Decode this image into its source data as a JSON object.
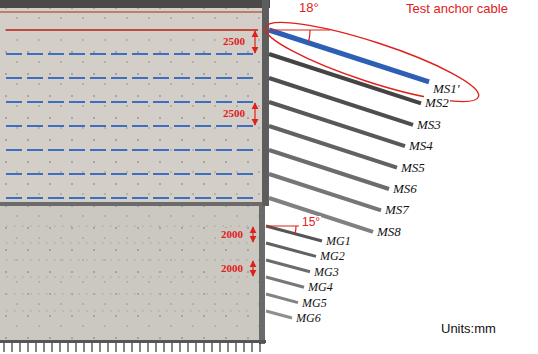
{
  "diagram": {
    "labels": [
      "Test anchor cable",
      "18°",
      "2500",
      "2500",
      "MS1'",
      "MS2",
      "MS3",
      "MS4",
      "MS5",
      "MS6",
      "MS7",
      "MS8",
      "15°",
      "2000",
      "2000",
      "MG1",
      "MG2",
      "MG3",
      "MG4",
      "MG5",
      "MG6",
      "Units:mm"
    ]
  }
}
